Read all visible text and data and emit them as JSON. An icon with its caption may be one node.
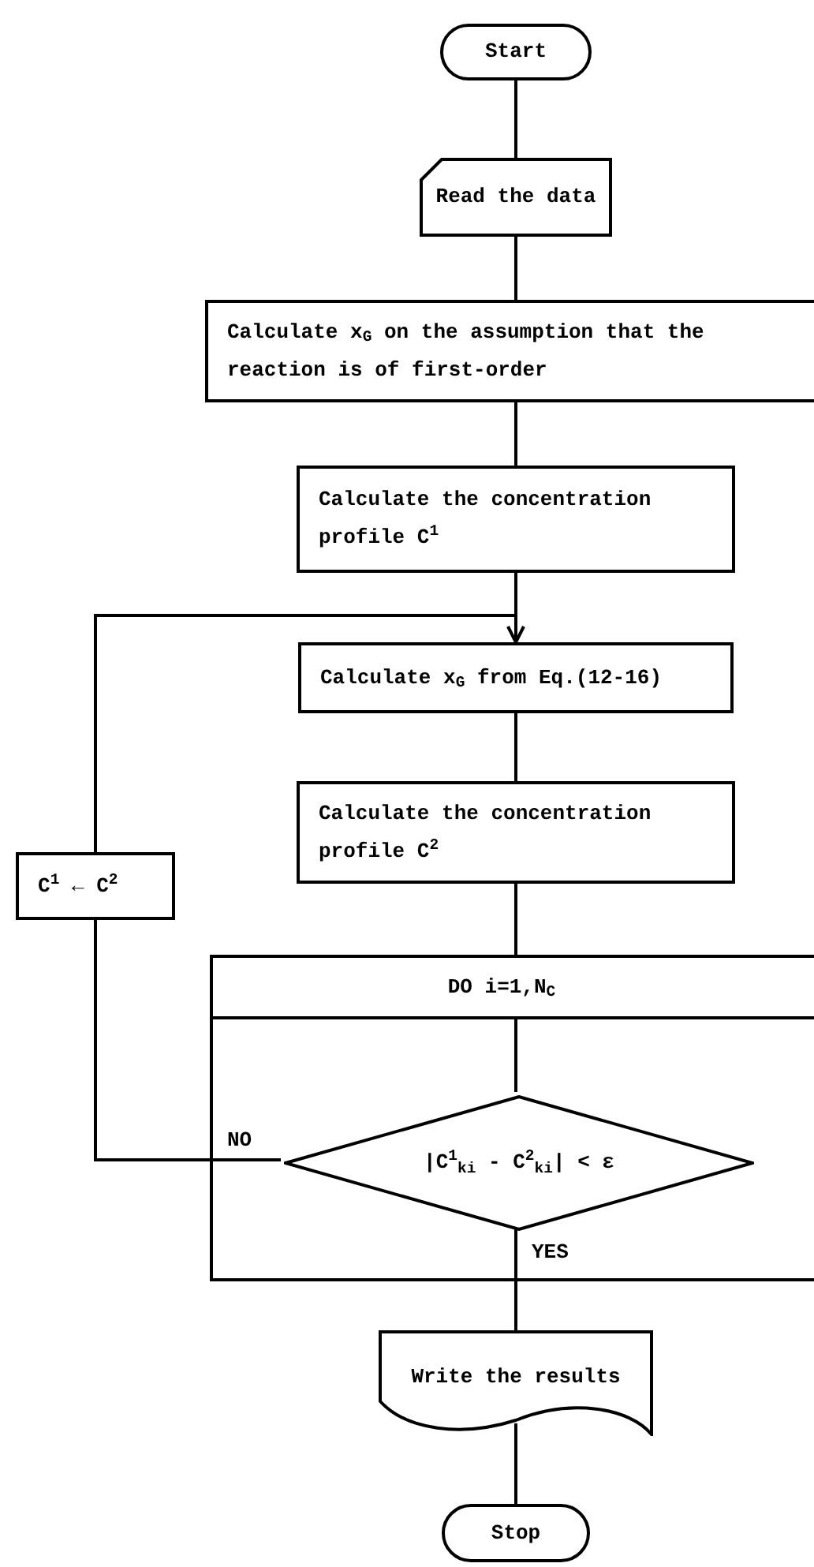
{
  "diagram": {
    "nodes": [
      {
        "text": [
          "Start"
        ]
      },
      {
        "text": [
          "Read the data"
        ]
      },
      {
        "text": [
          "Calculate x$_{G}$ on the assumption that the reaction is of first-order"
        ]
      },
      {
        "text": [
          "Calculate the concentration profile C$^{1}$"
        ]
      },
      {
        "text": [
          "Calculate x$_{G}$ from Eq.(12-16)"
        ]
      },
      {
        "text": [
          "Calculate the concentration profile C$^{2}$"
        ]
      },
      {
        "text": [
          "C$^{1}$ ← C$^{2}$"
        ]
      },
      {
        "text": [
          "DO i=1,N$_{C}$"
        ]
      },
      {
        "text": [
          "|C$^{1}$$_{ki}$ - C$^{2}$$_{ki}$| < ε"
        ],
        "in": 7
      },
      {
        "text": [
          "Write the results"
        ]
      },
      {
        "text": [
          "Stop"
        ]
      }
    ],
    "edges": [
      {
        "from": 0,
        "to": 1,
        "arrow": "none"
      },
      {
        "from": 1,
        "to": 2,
        "arrow": "none"
      },
      {
        "from": 2,
        "to": 3,
        "arrow": "none"
      },
      {
        "from": 3,
        "to": 4,
        "arrow": "none"
      },
      {
        "from": 6,
        "to": 4,
        "arrow": "to"
      },
      {
        "from": 4,
        "to": 5,
        "arrow": "none"
      },
      {
        "from": 5,
        "to": 7,
        "arrow": "none"
      },
      {
        "from": 7,
        "to": 8,
        "arrow": "none"
      },
      {
        "from": 8,
        "to": 6,
        "arrow": "none",
        "label": "NO"
      },
      {
        "from": 8,
        "to": 9,
        "arrow": "none",
        "label": "YES"
      },
      {
        "from": 9,
        "to": 10,
        "arrow": "none"
      }
    ]
  }
}
